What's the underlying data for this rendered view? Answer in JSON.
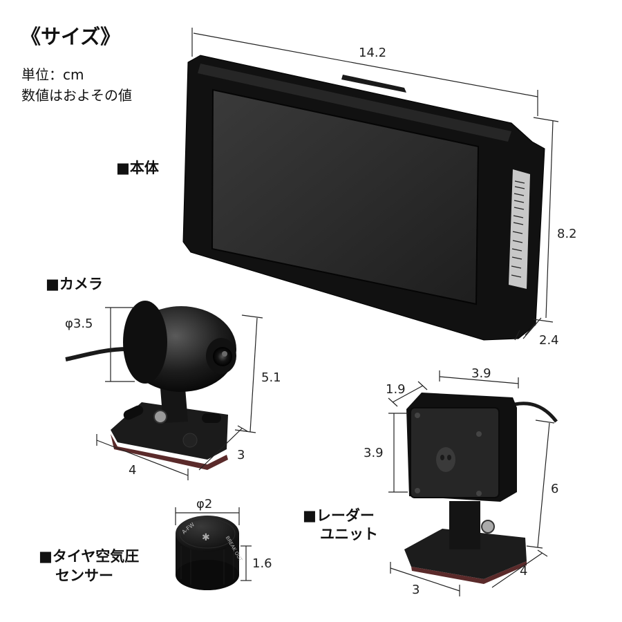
{
  "header": {
    "title": "《サイズ》",
    "unit_note": "単位：cm",
    "approx_note": "数値はおよその値"
  },
  "products": {
    "main_unit": {
      "label": "■本体",
      "width": "14.2",
      "height": "8.2",
      "depth": "2.4"
    },
    "camera": {
      "label": "■カメラ",
      "diameter": "φ3.5",
      "height": "5.1",
      "width": "4",
      "depth": "3"
    },
    "radar": {
      "label_line1": "■レーダー",
      "label_line2": "ユニット",
      "width": "3.9",
      "offset": "1.9",
      "face_height": "3.9",
      "height": "6",
      "base_width": "3",
      "base_depth": "4"
    },
    "tpms": {
      "label_line1": "■タイヤ空気圧",
      "label_line2": "センサー",
      "diameter": "φ2",
      "height": "1.6",
      "cap_text_1": "A-FW",
      "cap_text_2": "BREAK OUT"
    }
  }
}
